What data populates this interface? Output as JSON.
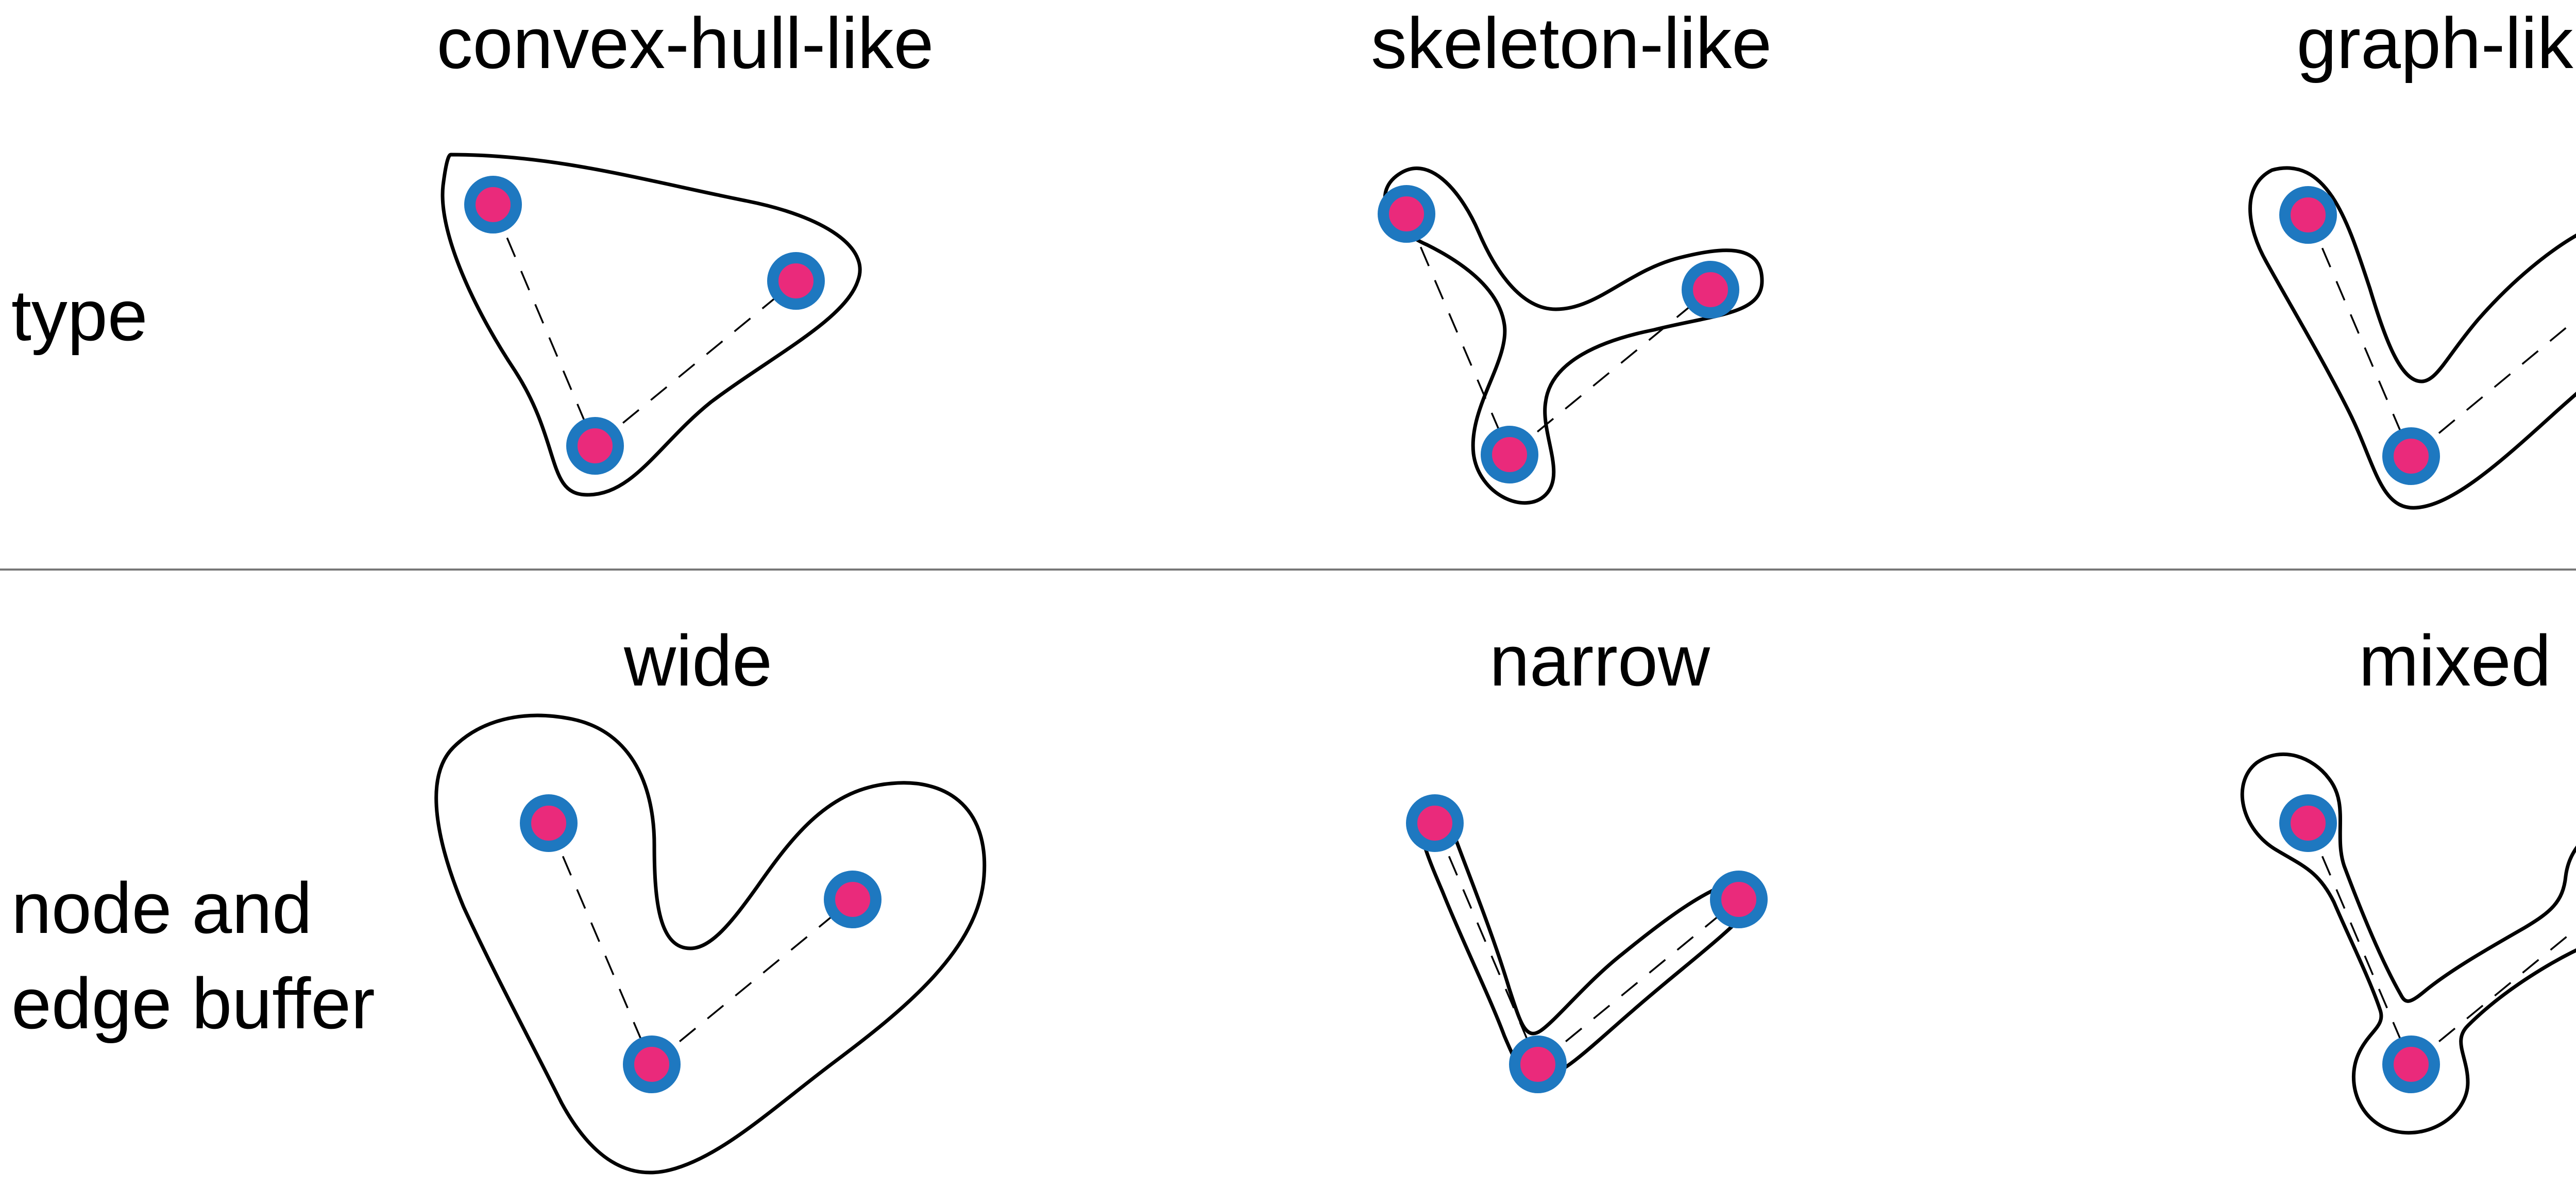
{
  "columns_row1": [
    "convex-hull-like",
    "skeleton-like",
    "graph-like"
  ],
  "columns_row2": [
    "wide",
    "narrow",
    "mixed"
  ],
  "row_labels": {
    "type": "type",
    "buffer_line1": "node and",
    "buffer_line2": "edge buffer"
  },
  "colors": {
    "node_fill": "#EA2A7B",
    "node_stroke": "#1E78C0",
    "outline": "#000000",
    "divider": "#777777"
  },
  "node_count_per_panel": 3,
  "edges_per_panel": 2
}
